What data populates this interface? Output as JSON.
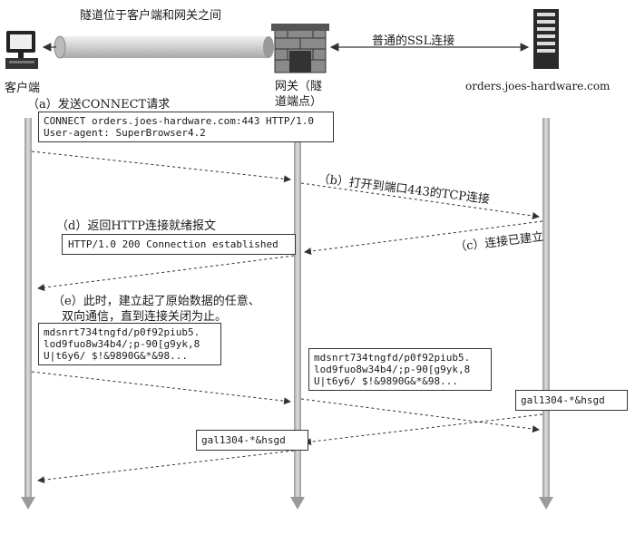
{
  "header": {
    "tunnel_label": "隧道位于客户端和网关之间",
    "ssl_label": "普通的SSL连接",
    "client_label": "客户端",
    "gateway_label_line1": "网关（隧",
    "gateway_label_line2": "道端点）",
    "server_label": "orders.joes-hardware.com"
  },
  "steps": {
    "a_label": "（a）发送CONNECT请求",
    "a_box_line1": "CONNECT orders.joes-hardware.com:443 HTTP/1.0",
    "a_box_line2": "User-agent: SuperBrowser4.2",
    "b_label": "（b）打开到端口443的TCP连接",
    "c_label": "（c）连接已建立",
    "d_label": "（d）返回HTTP连接就绪报文",
    "d_box": "HTTP/1.0 200 Connection established",
    "e_label_line1": "（e）此时，建立起了原始数据的任意、",
    "e_label_line2": "双向通信，直到连接关闭为止。",
    "data_line1": "mdsnrt734tngfd/p0f92piub5.",
    "data_line2": "lod9fuo8w34b4/;p-90[g9yk,8",
    "data_line3": "U|t6y6/ $!&9890G&*&98...",
    "data2_line1": "mdsnrt734tngfd/p0f92piub5.",
    "data2_line2": "lod9fuo8w34b4/;p-90[g9yk,8",
    "data2_line3": "U|t6y6/ $!&9890G&*&98...",
    "reply_box": "gal1304-*&hsgd",
    "reply_box2": "gal1304-*&hsgd"
  },
  "colors": {
    "lifeline": "#bdbdbd",
    "arrow": "#333333",
    "tunnel": "#d9d9d9",
    "brick": "#8a8a8a"
  }
}
